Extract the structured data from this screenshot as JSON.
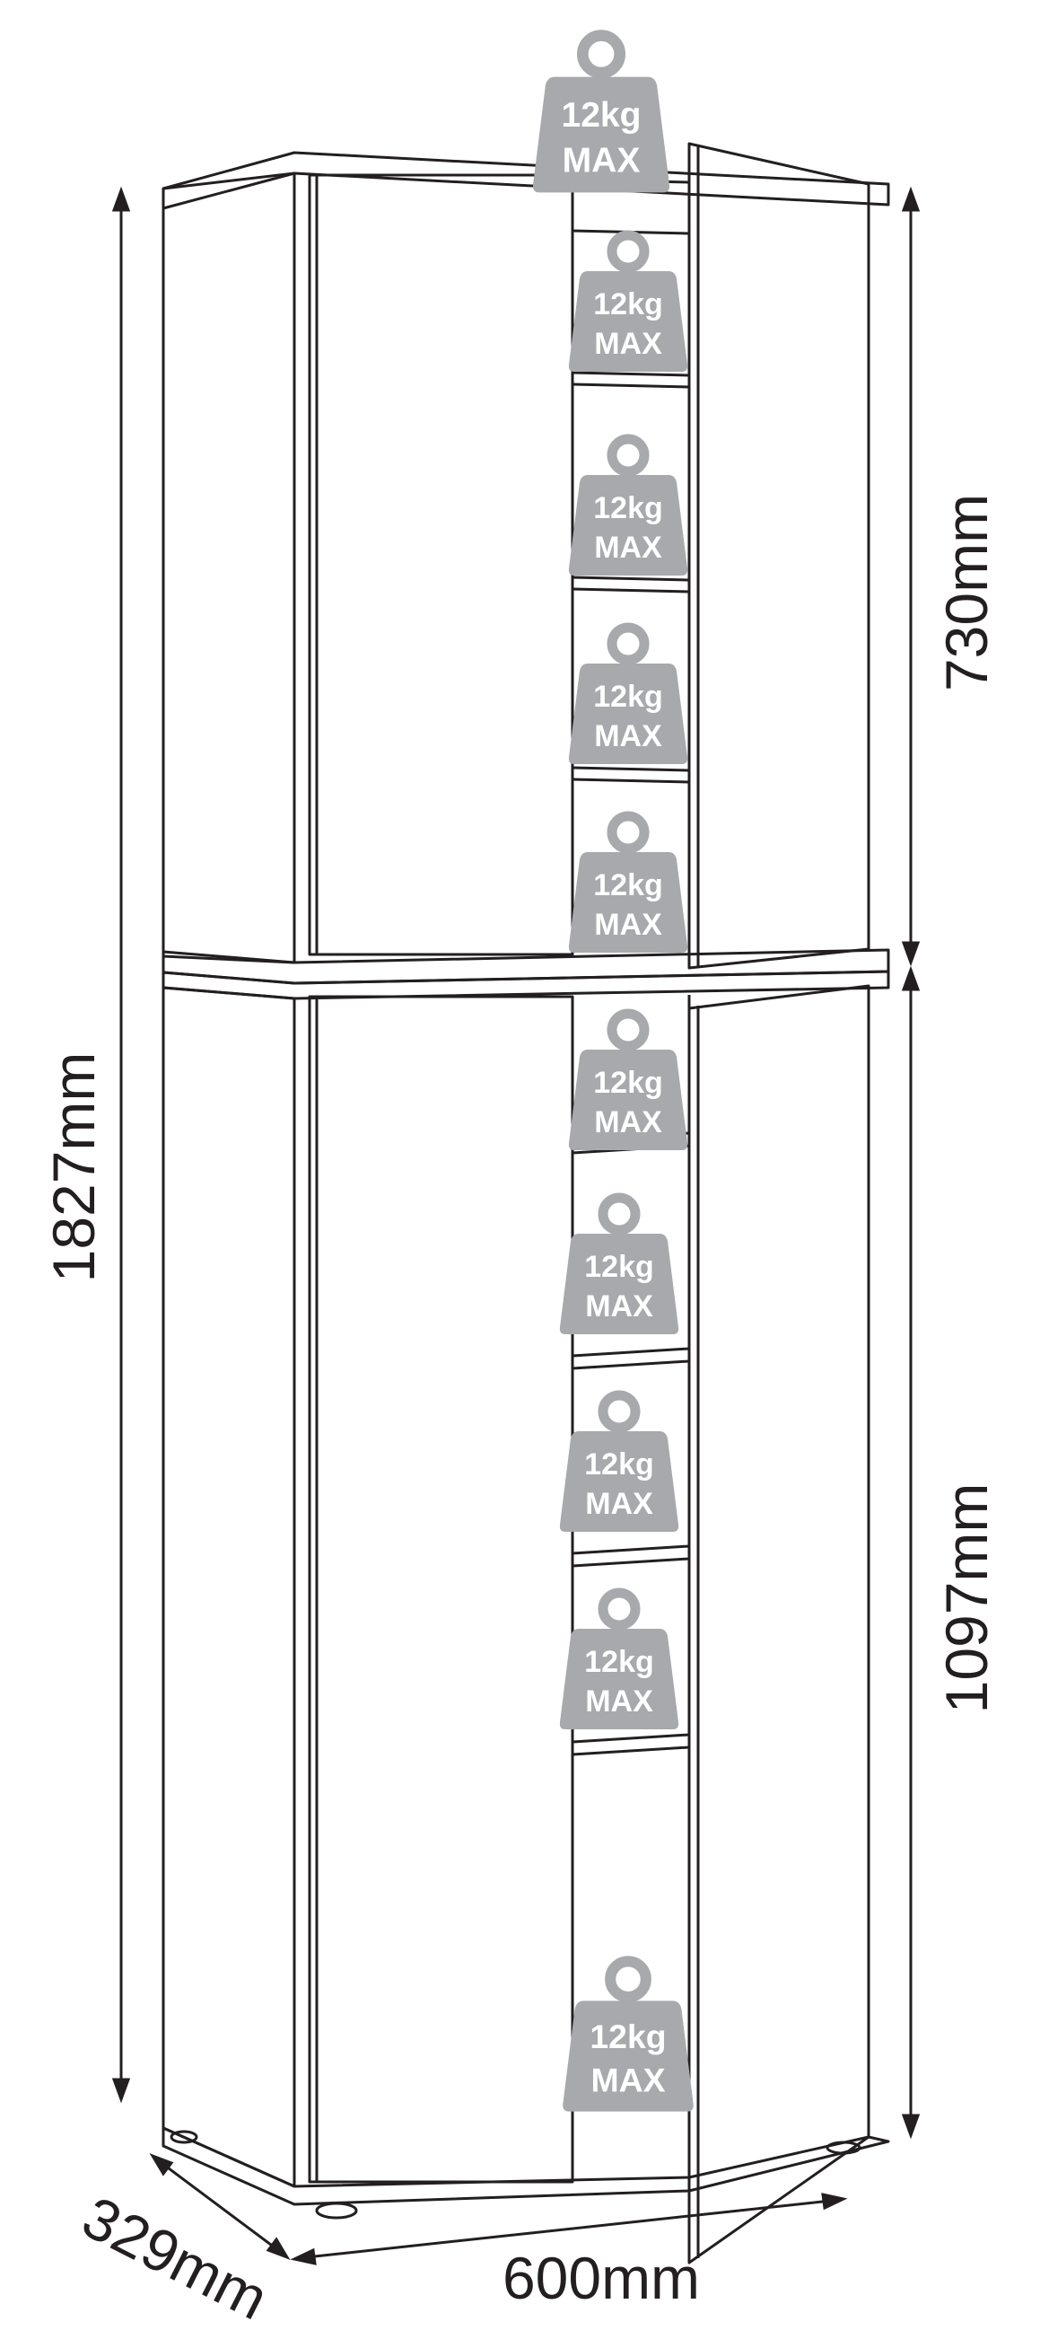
{
  "dimensions": {
    "total_height": "1827mm",
    "upper_height": "730mm",
    "lower_height": "1097mm",
    "depth": "329mm",
    "width": "600mm"
  },
  "weight_badge": {
    "line1": "12kg",
    "line2": "MAX"
  },
  "colors": {
    "line": "#231f20",
    "badge_fill": "#a7a9ac",
    "badge_text": "#ffffff",
    "background": "#ffffff"
  }
}
